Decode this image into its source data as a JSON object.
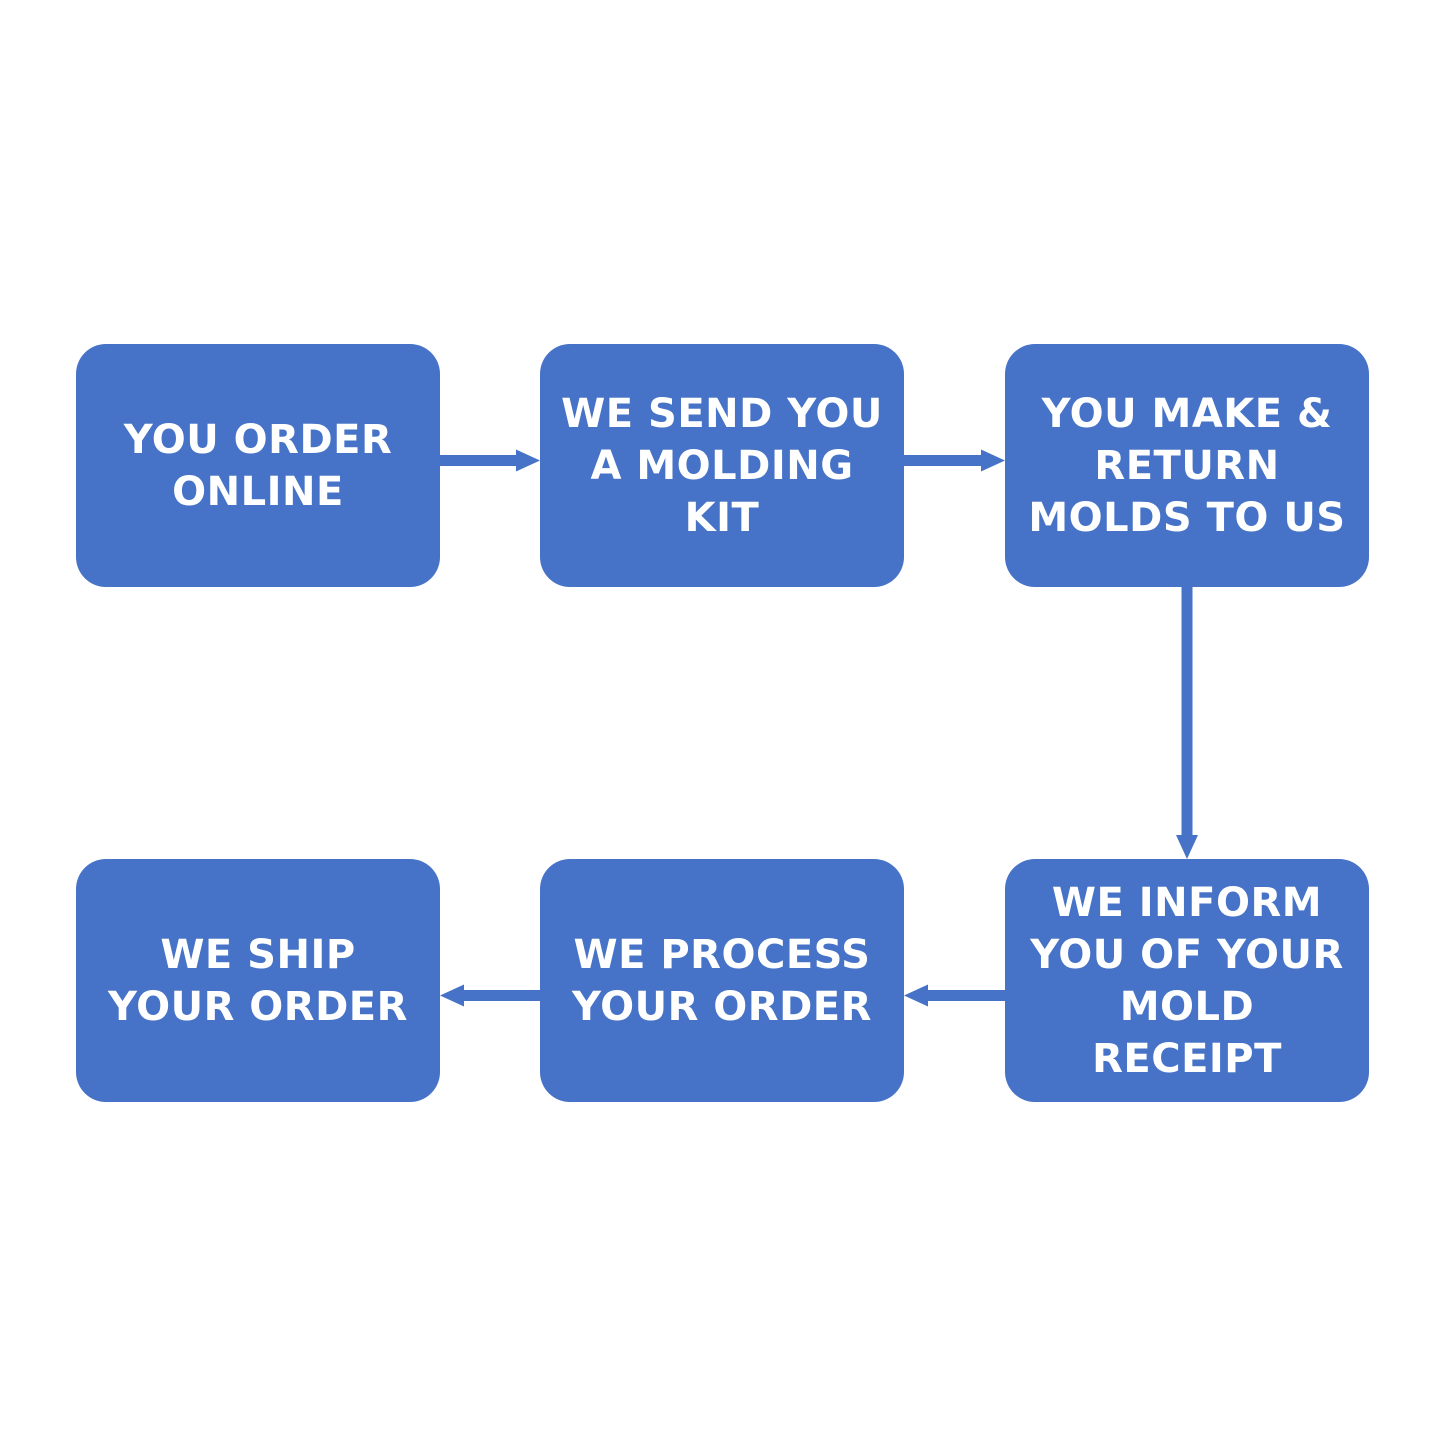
{
  "colors": {
    "box_fill": "#4673c7",
    "arrow": "#4673c7",
    "text": "#ffffff",
    "background": "#ffffff"
  },
  "steps": [
    {
      "label": "YOU ORDER\nONLINE"
    },
    {
      "label": "WE SEND YOU\nA MOLDING\nKIT"
    },
    {
      "label": "YOU MAKE &\nRETURN\nMOLDS TO US"
    },
    {
      "label": "WE INFORM\nYOU OF YOUR\nMOLD\nRECEIPT"
    },
    {
      "label": "WE PROCESS\nYOUR ORDER"
    },
    {
      "label": "WE SHIP\nYOUR ORDER"
    }
  ],
  "connections": [
    {
      "from": 0,
      "to": 1
    },
    {
      "from": 1,
      "to": 2
    },
    {
      "from": 2,
      "to": 3
    },
    {
      "from": 3,
      "to": 4
    },
    {
      "from": 4,
      "to": 5
    }
  ]
}
